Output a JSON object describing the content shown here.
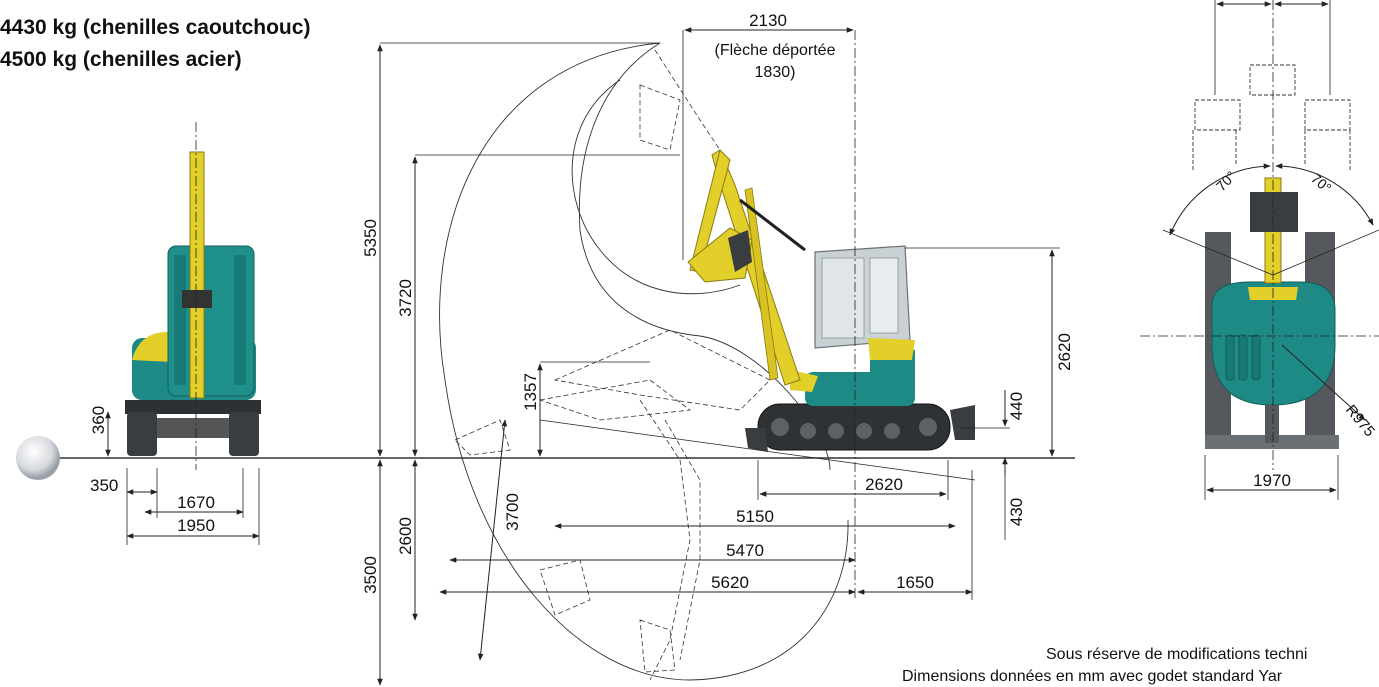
{
  "header": {
    "weight_rubber": "4430 kg (chenilles caoutchouc)",
    "weight_steel": "4500 kg (chenilles acier)"
  },
  "front_view": {
    "track_height": "360",
    "track_width": "350",
    "track_gauge": "1670",
    "overall_width": "1950"
  },
  "side_view": {
    "reach_top": "2130",
    "offset_note_line1": "(Flèche déportée",
    "offset_note_line2": "1830)",
    "max_dig_height": "5350",
    "max_dump_height": "3720",
    "cab_height": "2620",
    "arm_height": "1357",
    "blade_lift": "440",
    "blade_depth": "430",
    "vertical_dig": "3700",
    "dig_depth_blade": "2600",
    "max_dig_depth": "3500",
    "tail_length": "2620",
    "reach_ground_1": "5150",
    "reach_ground_2": "5470",
    "max_reach": "5620",
    "blade_length": "1650"
  },
  "top_view": {
    "swing_left": "70°",
    "swing_right": "70°",
    "tail_radius": "R975",
    "top_width": "1970"
  },
  "footer": {
    "line1": "Sous réserve de modifications techni",
    "line2": "Dimensions données en mm avec godet standard Yar"
  },
  "colors": {
    "body_teal": "#1e8a86",
    "boom_yellow": "#e3cf2a",
    "track_dark": "#3a3d40",
    "cab_glass": "#c9d1d4",
    "line": "#222222"
  }
}
